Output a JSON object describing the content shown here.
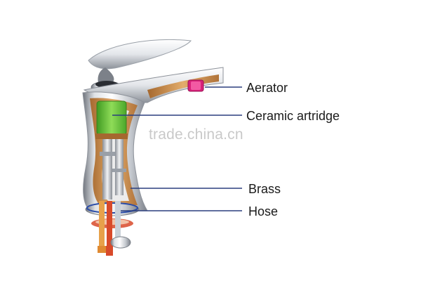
{
  "labels": {
    "aerator": "Aerator",
    "cartridge": "Ceramic artridge",
    "brass": "Brass",
    "hose": "Hose"
  },
  "watermark": "trade.china.cn",
  "colors": {
    "leader_line": "#2b3f7e",
    "chrome_light": "#f4f5f7",
    "chrome_dark": "#8c9199",
    "brass": "#c98a4a",
    "cartridge_green": "#6bc43a",
    "aerator_magenta": "#d8207a",
    "hose_red": "#d84a2a",
    "hose_orange": "#e7a14a",
    "hose_ring_blue": "#2a4ca8"
  }
}
